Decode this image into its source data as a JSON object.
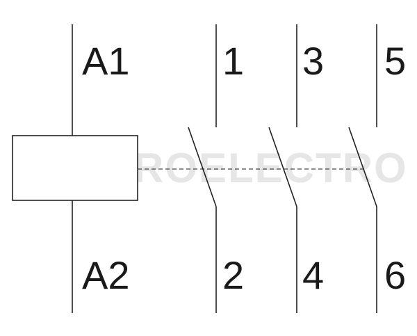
{
  "coil": {
    "top_label": "A1",
    "bottom_label": "A2"
  },
  "contacts": [
    {
      "top_label": "1",
      "bottom_label": "2"
    },
    {
      "top_label": "3",
      "bottom_label": "4"
    },
    {
      "top_label": "5",
      "bottom_label": "6"
    }
  ],
  "watermark": "PROELECTRO",
  "colors": {
    "line": "#222222",
    "text": "#1a1a1a",
    "watermark": "#e6e6e6"
  }
}
